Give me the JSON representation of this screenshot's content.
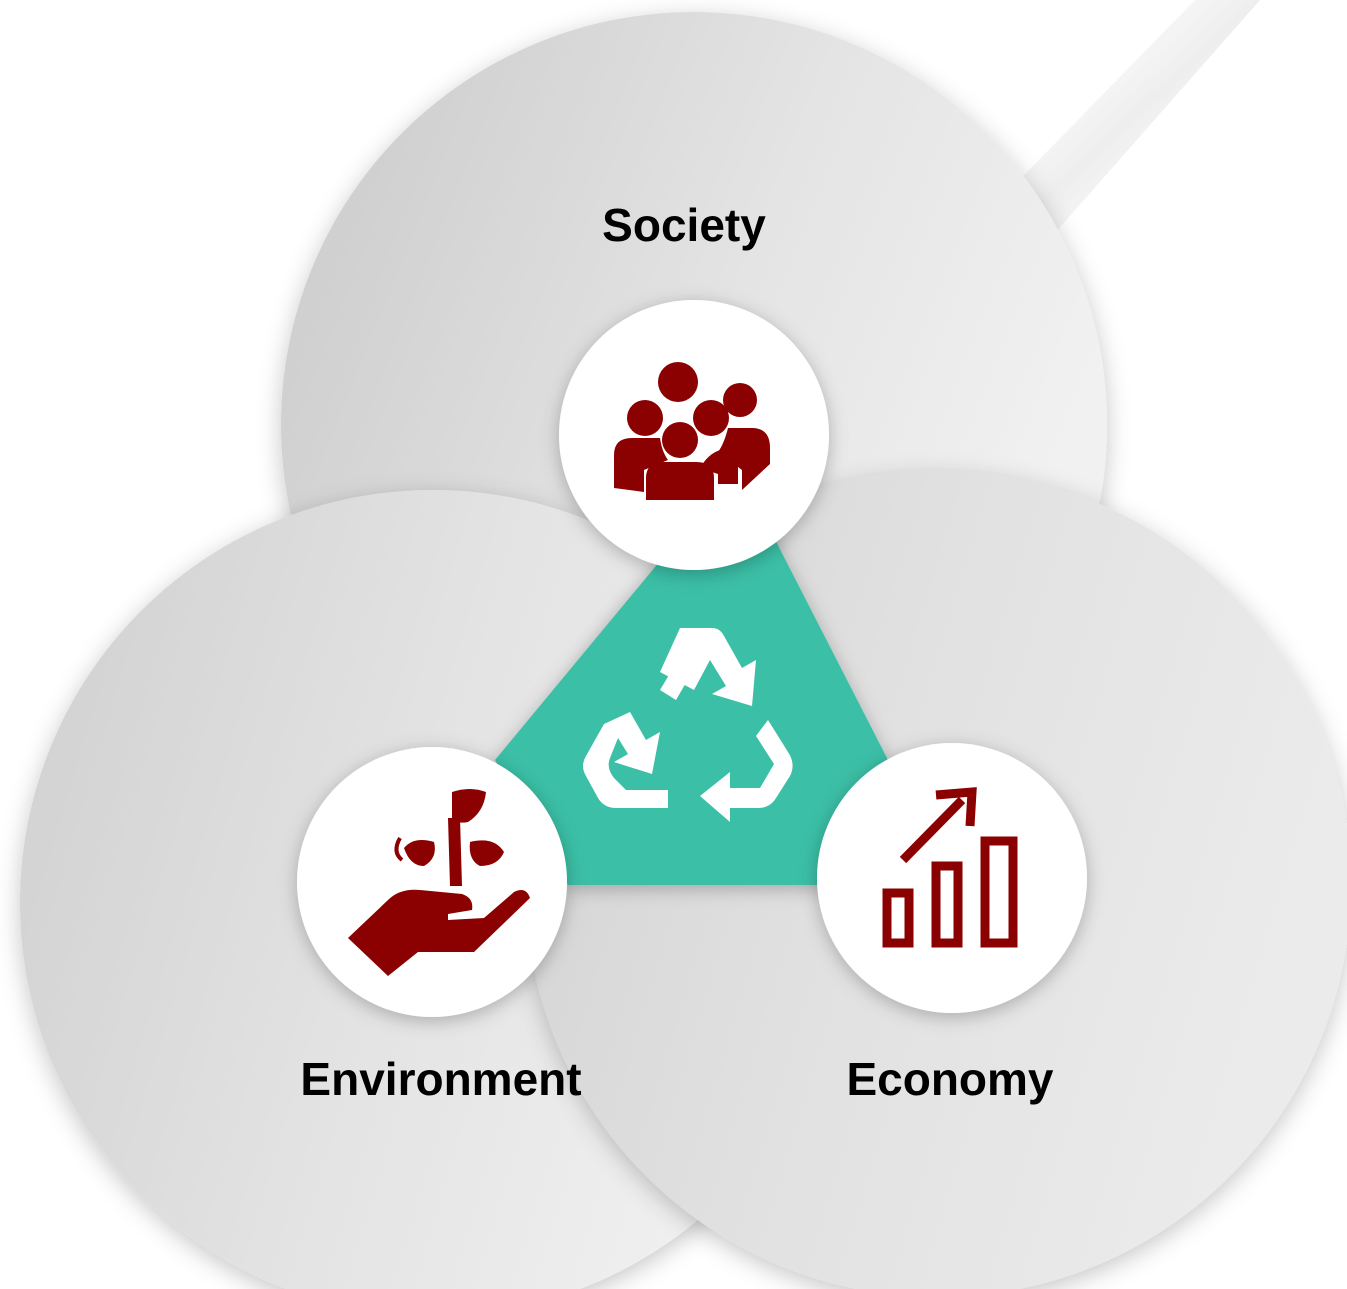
{
  "diagram": {
    "pillars": [
      {
        "label": "Society",
        "icon": "people-group-icon"
      },
      {
        "label": "Environment",
        "icon": "hand-with-plant-icon"
      },
      {
        "label": "Economy",
        "icon": "growth-bar-chart-icon"
      }
    ],
    "center": {
      "icon": "recycle-icon"
    }
  },
  "colors": {
    "circle_fill": "#dcdcdc",
    "icon_accent": "#8b0000",
    "center_triangle": "#3bbfa6",
    "label_text": "#000000"
  }
}
